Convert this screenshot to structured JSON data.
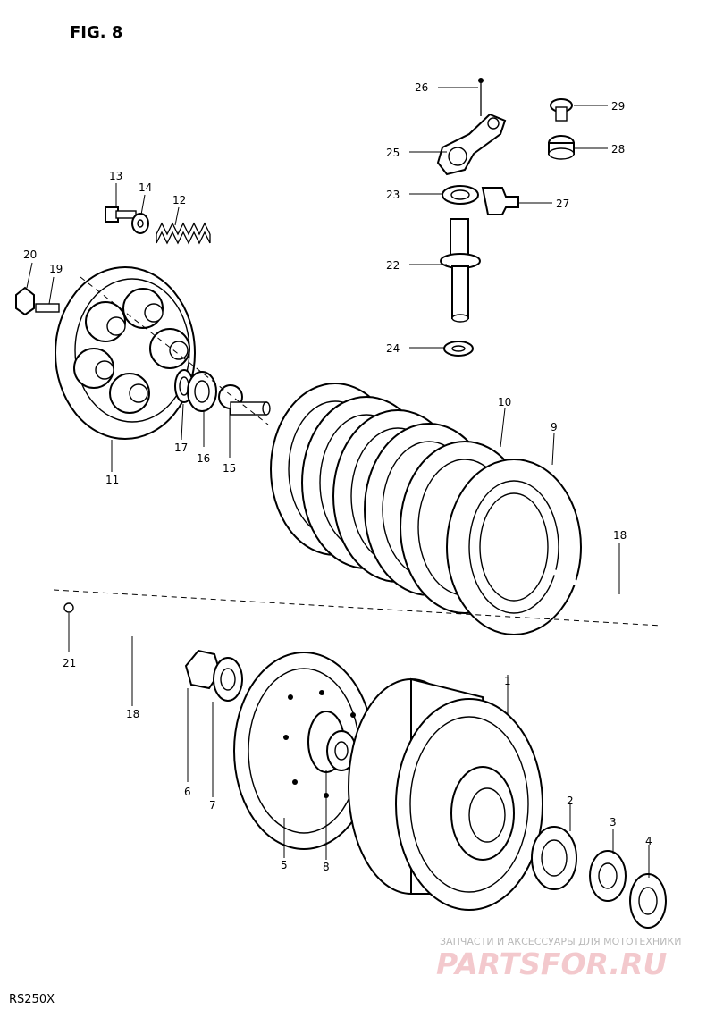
{
  "figure": {
    "title": "FIG. 8",
    "model": "RS250X"
  },
  "watermark": {
    "tagline": "ЗАПЧАСТИ И АКСЕССУАРЫ ДЛЯ МОТОТЕХНИКИ",
    "brand": "PARTSFOR.RU",
    "color": "#f3c9cd"
  },
  "callouts": {
    "c1": "1",
    "c2": "2",
    "c3": "3",
    "c4": "4",
    "c5": "5",
    "c6": "6",
    "c7": "7",
    "c8": "8",
    "c9": "9",
    "c10": "10",
    "c11": "11",
    "c12": "12",
    "c13": "13",
    "c14": "14",
    "c15": "15",
    "c16": "16",
    "c17": "17",
    "c18a": "18",
    "c18b": "18",
    "c19": "19",
    "c20": "20",
    "c21": "21",
    "c22": "22",
    "c23": "23",
    "c24": "24",
    "c25": "25",
    "c26": "26",
    "c27": "27",
    "c28": "28",
    "c29": "29"
  }
}
